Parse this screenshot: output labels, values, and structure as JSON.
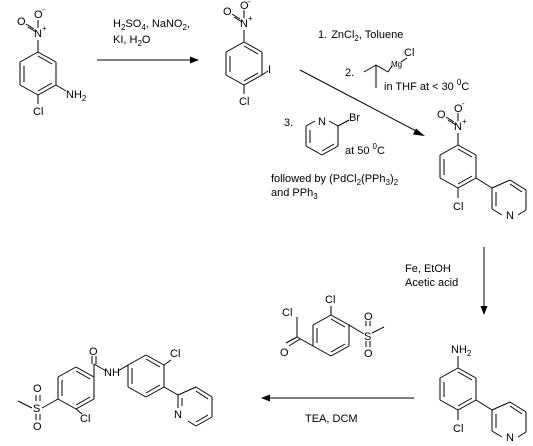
{
  "molecules": {
    "start": {
      "nitro_n": "N",
      "nitro_o_top": "O",
      "nitro_o_minus": "-",
      "nitro_o_left": "O",
      "nitro_plus": "+",
      "amine": "NH",
      "amine_sub": "2",
      "chloro": "Cl"
    },
    "iodo": {
      "nitro_n": "N",
      "nitro_o_top": "O",
      "nitro_o_minus": "-",
      "nitro_o_left": "O",
      "nitro_plus": "+",
      "iodo": "I",
      "chloro": "Cl"
    },
    "grignard": {
      "mg": "Mg",
      "cl": "Cl"
    },
    "bromopyridine": {
      "n": "N",
      "br": "Br"
    },
    "coupled": {
      "nitro_n": "N",
      "nitro_o_top": "O",
      "nitro_o_minus": "-",
      "nitro_o_left": "O",
      "nitro_plus": "+",
      "chloro": "Cl",
      "pyr_n": "N"
    },
    "aniline": {
      "amine": "NH",
      "amine_sub": "2",
      "chloro": "Cl",
      "pyr_n": "N"
    },
    "acyl_chloride": {
      "acyl_cl": "Cl",
      "carbonyl_o": "O",
      "ring_cl": "Cl",
      "sulfur": "S",
      "o_top": "O",
      "o_bottom": "O"
    },
    "product": {
      "o_top": "O",
      "sulfur": "S",
      "o_bottom": "O",
      "carbonyl_o": "O",
      "nh": "N",
      "nh_h": "H",
      "ring_cl": "Cl",
      "chloro": "Cl",
      "pyr_n": "N"
    }
  },
  "conditions": {
    "step1": {
      "line1": {
        "a": "H",
        "a_sub": "2",
        "b": "SO",
        "b_sub": "4",
        "c": ", NaNO",
        "c_sub": "2",
        "d": ","
      },
      "line2": {
        "a": "KI, H",
        "a_sub": "2",
        "b": "O"
      }
    },
    "step2": {
      "item1": {
        "num": "1.",
        "a": "ZnCl",
        "a_sub": "2",
        "b": ", Toluene"
      },
      "item2_num": "2.",
      "item2_text": {
        "a": "in THF at < 30 ",
        "sup": "0",
        "b": "C"
      },
      "item3_num": "3.",
      "item3_temp": {
        "a": "at 50 ",
        "sup": "0",
        "b": "C"
      },
      "followed_line1": {
        "a": "followed by (PdCl",
        "a_sub": "2",
        "b": "(PPh",
        "b_sub": "3",
        "c": ")",
        "c_sub": "2"
      },
      "followed_line2": {
        "a": "and PPh",
        "a_sub": "3"
      }
    },
    "step3": {
      "line1": "Fe, EtOH",
      "line2": "Acetic acid"
    },
    "step4": {
      "line1": "TEA, DCM"
    }
  }
}
